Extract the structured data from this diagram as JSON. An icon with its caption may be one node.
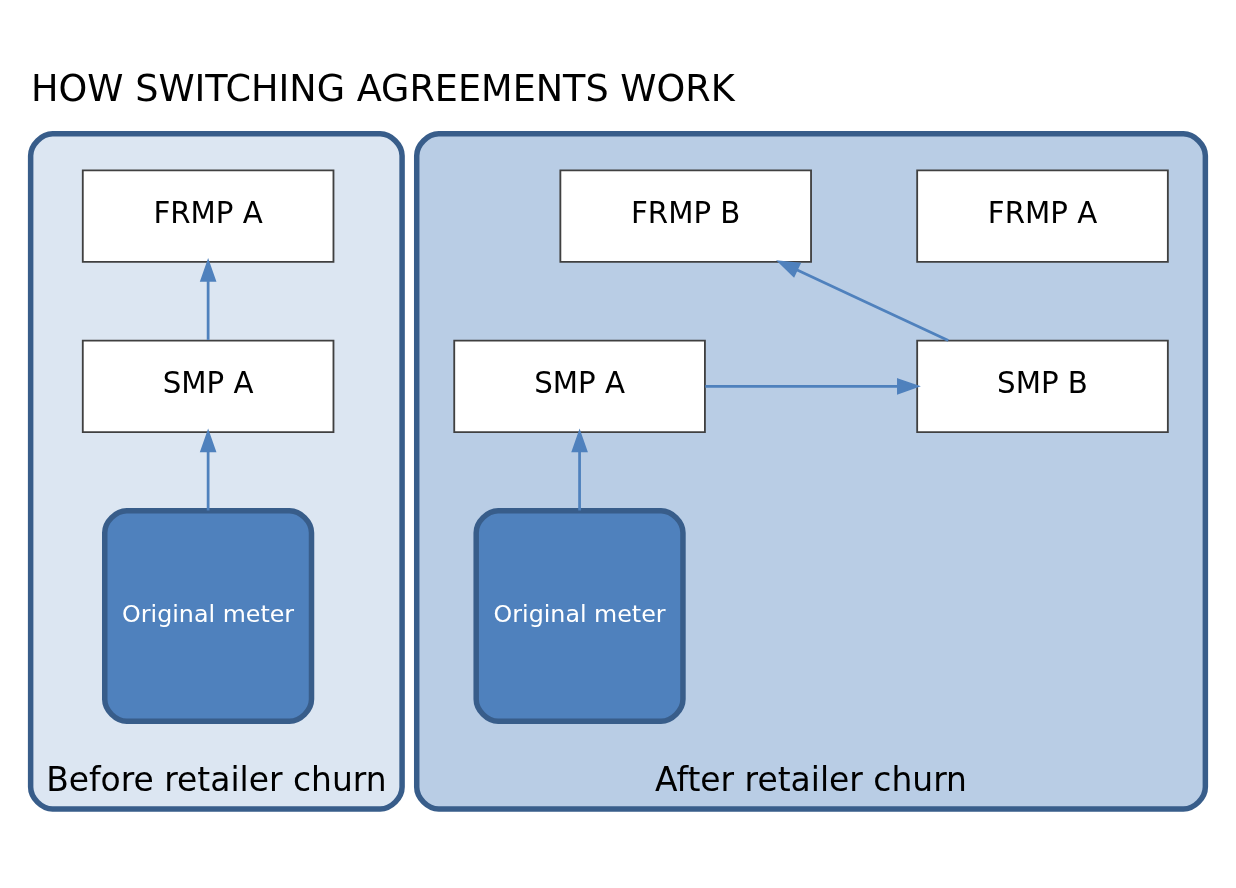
{
  "diagram": {
    "title": "HOW SWITCHING AGREEMENTS WORK",
    "nodes": [
      {
        "text": [
          "Before retailer churn"
        ]
      },
      {
        "text": [
          "FRMP A"
        ],
        "in": 0
      },
      {
        "text": [
          "SMP A"
        ],
        "in": 0
      },
      {
        "text": [
          "Original meter"
        ],
        "in": 0
      },
      {
        "text": [
          "After retailer churn"
        ]
      },
      {
        "text": [
          "FRMP A"
        ],
        "in": 4
      },
      {
        "text": [
          "FRMP B"
        ],
        "in": 4
      },
      {
        "text": [
          "SMP A"
        ],
        "in": 4
      },
      {
        "text": [
          "SMP B"
        ],
        "in": 4
      },
      {
        "text": [
          "Original meter"
        ],
        "in": 4
      }
    ],
    "edges": [
      {
        "from": 2,
        "to": 1,
        "arrow": "to"
      },
      {
        "from": 3,
        "to": 2,
        "arrow": "to"
      },
      {
        "from": 7,
        "to": 8,
        "arrow": "to"
      },
      {
        "from": 8,
        "to": 6,
        "arrow": "to"
      },
      {
        "from": 9,
        "to": 7,
        "arrow": "to"
      }
    ]
  }
}
